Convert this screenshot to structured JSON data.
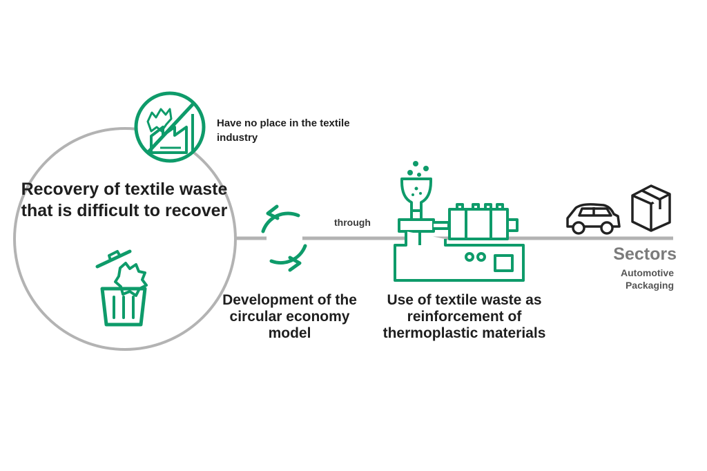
{
  "colors": {
    "accent": "#0e9b6a",
    "line": "#b3b3b3",
    "text": "#1e1e1e",
    "muted": "#7b7b7b"
  },
  "recovery": {
    "title": "Recovery of textile waste that is difficult to recover",
    "icon": "trash-bin-icon"
  },
  "no_place": {
    "text": "Have no place in the textile industry",
    "icon": "no-textile-industry-icon"
  },
  "circular": {
    "caption": "Development of the circular economy model",
    "icon": "recycle-arrows-icon"
  },
  "connector": {
    "label": "through"
  },
  "machine": {
    "caption": "Use of textile waste as reinforcement of thermoplastic materials",
    "icon": "injection-molding-machine-icon"
  },
  "sectors": {
    "title": "Sectors",
    "items": [
      "Automotive",
      "Packaging"
    ],
    "icons": [
      "car-icon",
      "package-box-icon"
    ]
  }
}
